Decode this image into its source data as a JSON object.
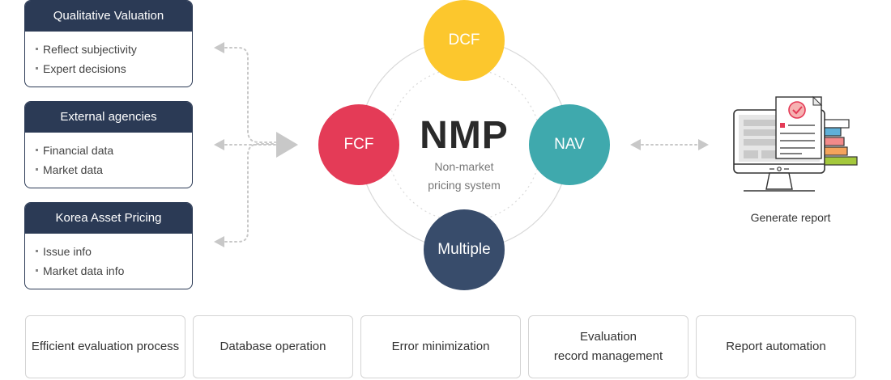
{
  "sources": [
    {
      "title": "Qualitative Valuation",
      "items": [
        "Reflect subjectivity",
        "Expert decisions"
      ]
    },
    {
      "title": "External agencies",
      "items": [
        "Financial data",
        "Market data"
      ]
    },
    {
      "title": "Korea Asset Pricing",
      "items": [
        "Issue info",
        "Market data info"
      ]
    }
  ],
  "hub": {
    "title": "NMP",
    "subtitle": "Non-market\npricing system"
  },
  "methods": [
    {
      "label": "DCF",
      "color": "#fcc72d"
    },
    {
      "label": "FCF",
      "color": "#e43b57"
    },
    {
      "label": "NAV",
      "color": "#3fa9ad"
    },
    {
      "label": "Multiple",
      "color": "#384c6b"
    }
  ],
  "report": {
    "label": "Generate report"
  },
  "features": [
    "Efficient evaluation process",
    "Database operation",
    "Error minimization",
    "Evaluation\nrecord management",
    "Report automation"
  ],
  "colors": {
    "navy": "#2b3a55",
    "arrow": "#c8c8c8",
    "ring": "#d9d9d9"
  }
}
